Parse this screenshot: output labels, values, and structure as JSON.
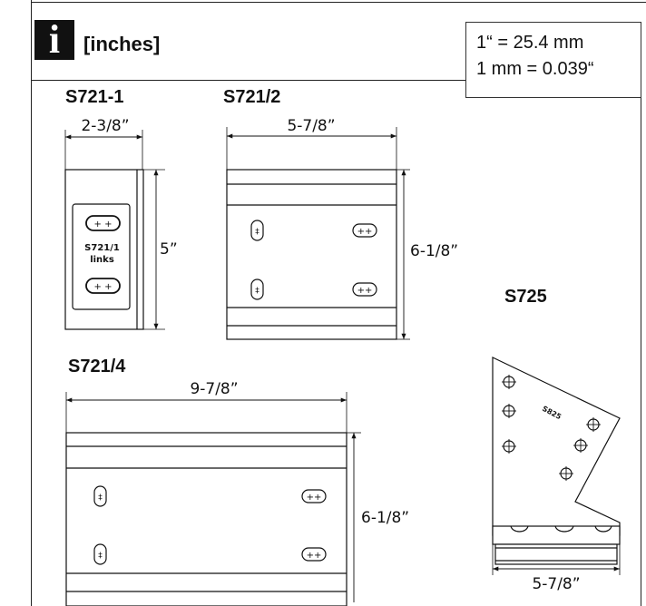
{
  "header": {
    "info_icon_glyph": "i",
    "units": "[inches]"
  },
  "conversion": {
    "line1": "1“ = 25.4 mm",
    "line2": "1 mm = 0.039“"
  },
  "parts": {
    "s721_1": {
      "title": "S721-1",
      "width": "2-3/8”",
      "height": "5”",
      "plate_label_1": "S721/1",
      "plate_label_2": "links"
    },
    "s721_2": {
      "title": "S721/2",
      "width": "5-7/8”",
      "height": "6-1/8”"
    },
    "s721_4": {
      "title": "S721/4",
      "width": "9-7/8”",
      "height": "6-1/8”"
    },
    "s725": {
      "title": "S725",
      "width": "5-7/8”",
      "engraving": "S825"
    }
  },
  "colors": {
    "line": "#111111",
    "fill": "#ffffff",
    "badge": "#111111"
  }
}
